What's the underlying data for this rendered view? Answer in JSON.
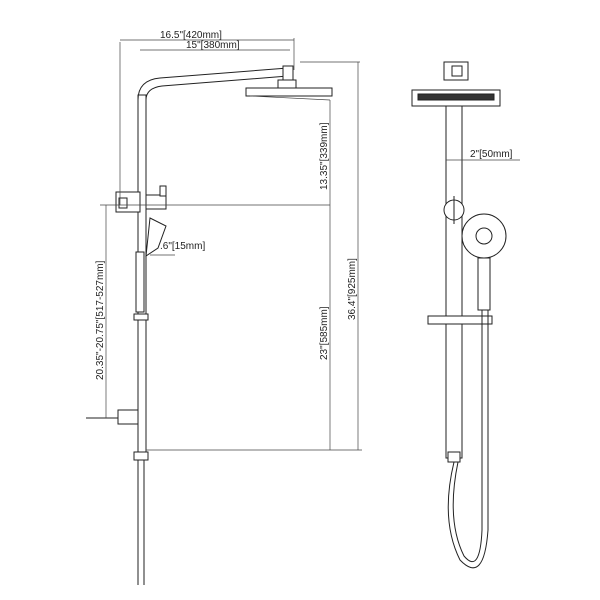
{
  "dimensions": {
    "overall_width": "16.5\"[420mm]",
    "arm_length": "15\"[380mm]",
    "head_drop": "13.35\"[339mm]",
    "total_height": "36.4\"[925mm]",
    "handshower_offset": ".6\"[15mm]",
    "outlet_span": "20.35\"-20.75\"[517-527mm]",
    "lower_height": "23\"[585mm]",
    "riser_diameter": "2\"[50mm]"
  },
  "colors": {
    "line": "#222222",
    "fill": "#ffffff",
    "dark": "#333333"
  }
}
